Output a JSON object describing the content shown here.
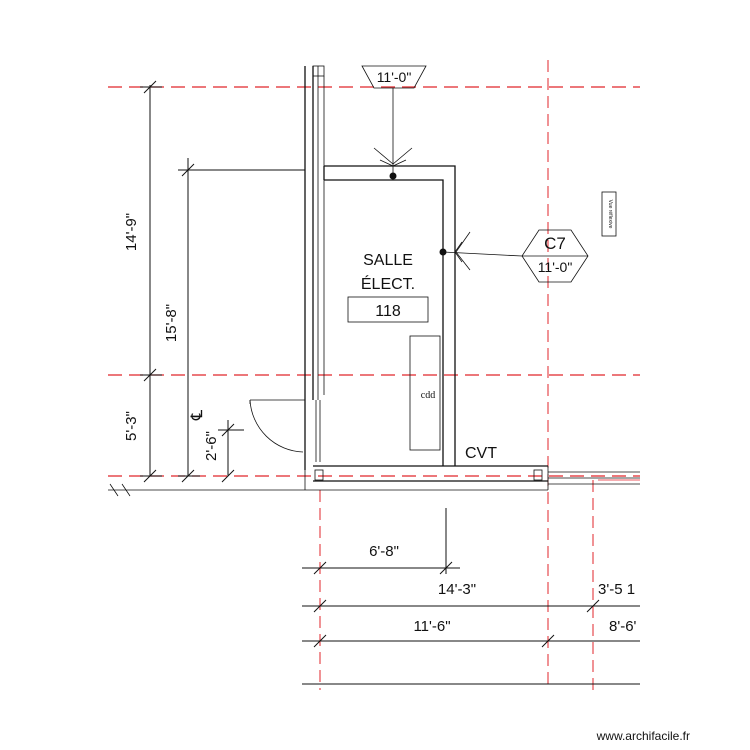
{
  "room": {
    "name_line1": "SALLE",
    "name_line2": "ÉLECT.",
    "number": "118"
  },
  "labels": {
    "cdd": "cdd",
    "cvt": "CVT",
    "centerline": "℄"
  },
  "section_mark_top": {
    "dimension": "11'-0\""
  },
  "section_mark_right": {
    "id": "C7",
    "dimension": "11'-0\""
  },
  "dimensions": {
    "left_upper": "14'-9\"",
    "left_lower": "5'-3\"",
    "inner": "15'-8\"",
    "door": "2'-6\"",
    "bottom_1": "6'-8\"",
    "bottom_2": "14'-3\"",
    "bottom_3": "11'-6\"",
    "bottom_right_1": "3'-5 1",
    "bottom_right_2": "8'-6'"
  },
  "legend_stamp": "Vue réflexive",
  "watermark": "www.archifacile.fr",
  "colors": {
    "grid": "#e0262b",
    "line": "#111111",
    "background": "#ffffff"
  }
}
